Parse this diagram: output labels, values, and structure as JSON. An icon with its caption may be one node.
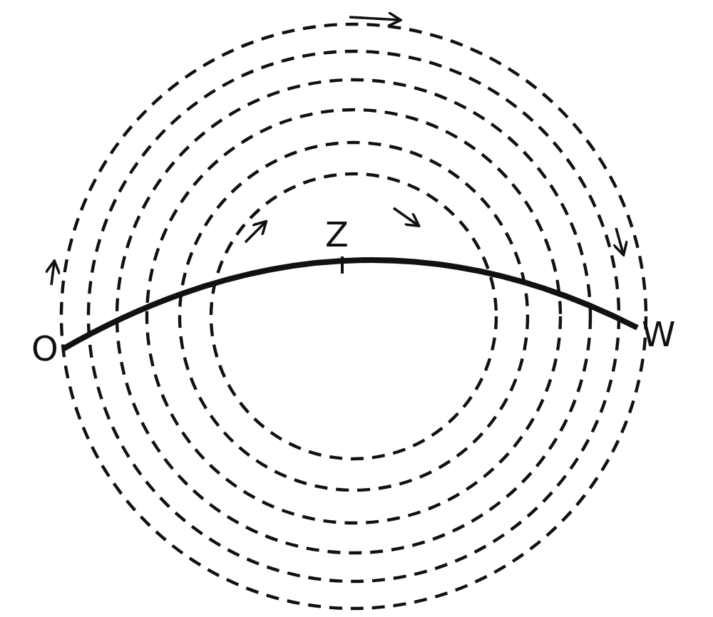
{
  "diagram": {
    "nodes": [
      {
        "text": [
          "O"
        ]
      },
      {
        "text": [
          "W"
        ]
      }
    ],
    "edges": [
      {
        "from": 0,
        "to": 1,
        "arrow": "none"
      }
    ],
    "labels": [
      "Z"
    ]
  }
}
